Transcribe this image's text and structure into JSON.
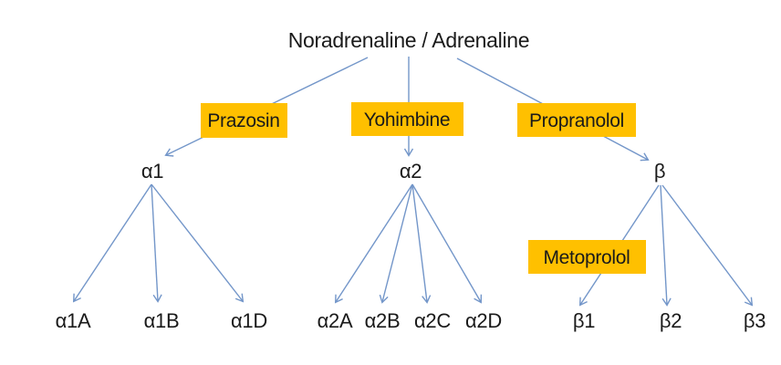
{
  "title": "Noradrenaline / Adrenaline",
  "colors": {
    "blocker_box": "#FFC000",
    "arrow_line": "#7396C9",
    "label_text": "#1A1A1A",
    "background": "#FFFFFF"
  },
  "blockers": {
    "prazosin": {
      "label": "Prazosin"
    },
    "yohimbine": {
      "label": "Yohimbine"
    },
    "propranolol": {
      "label": "Propranolol"
    },
    "metoprolol": {
      "label": "Metoprolol"
    }
  },
  "receptors": {
    "alpha1": {
      "label": "α1",
      "subtypes": [
        "α1A",
        "α1B",
        "α1D"
      ]
    },
    "alpha2": {
      "label": "α2",
      "subtypes": [
        "α2A",
        "α2B",
        "α2C",
        "α2D"
      ]
    },
    "beta": {
      "label": "β",
      "subtypes": [
        "β1",
        "β2",
        "β3"
      ]
    }
  }
}
